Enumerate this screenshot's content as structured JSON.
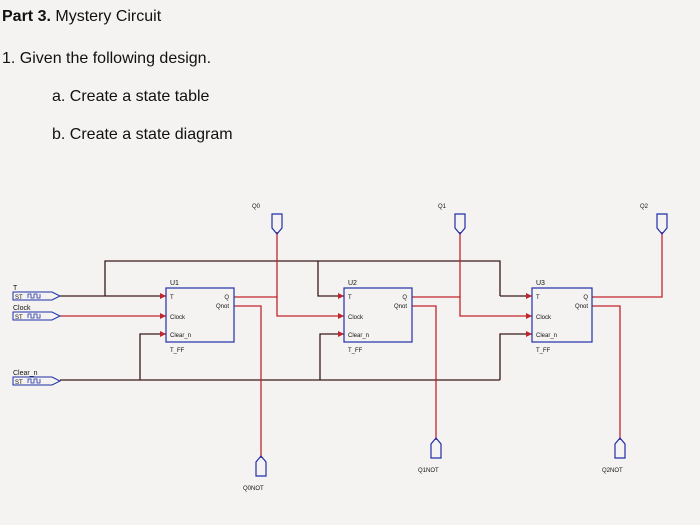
{
  "header": {
    "part_label": "Part 3.",
    "part_title": "Mystery Circuit",
    "question": "1.  Given the following design.",
    "item_a": "a.  Create a state table",
    "item_b": "b.  Create a state diagram"
  },
  "circuit": {
    "inputs": {
      "t": "T",
      "clock": "Clock",
      "clear": "Clear_n",
      "signal_tag": "ST"
    },
    "flipflops": [
      {
        "id": "U1",
        "type": "T_FF",
        "t_pin": "T",
        "clock_pin": "Clock",
        "clear_pin": "Clear_n",
        "q_pin": "Q",
        "qnot_pin": "Qnot"
      },
      {
        "id": "U2",
        "type": "T_FF",
        "t_pin": "T",
        "clock_pin": "Clock",
        "clear_pin": "Clear_n",
        "q_pin": "Q",
        "qnot_pin": "Qnot"
      },
      {
        "id": "U3",
        "type": "T_FF",
        "t_pin": "T",
        "clock_pin": "Clock",
        "clear_pin": "Clear_n",
        "q_pin": "Q",
        "qnot_pin": "Qnot"
      }
    ],
    "outputs": [
      "Q0",
      "Q1",
      "Q2"
    ],
    "outputs_not": [
      "Q0NOT",
      "Q1NOT",
      "Q2NOT"
    ],
    "colors": {
      "wire_red": "#c0262c",
      "wire_dark": "#3a1a1a",
      "box_blue": "#1e2fa8"
    }
  }
}
